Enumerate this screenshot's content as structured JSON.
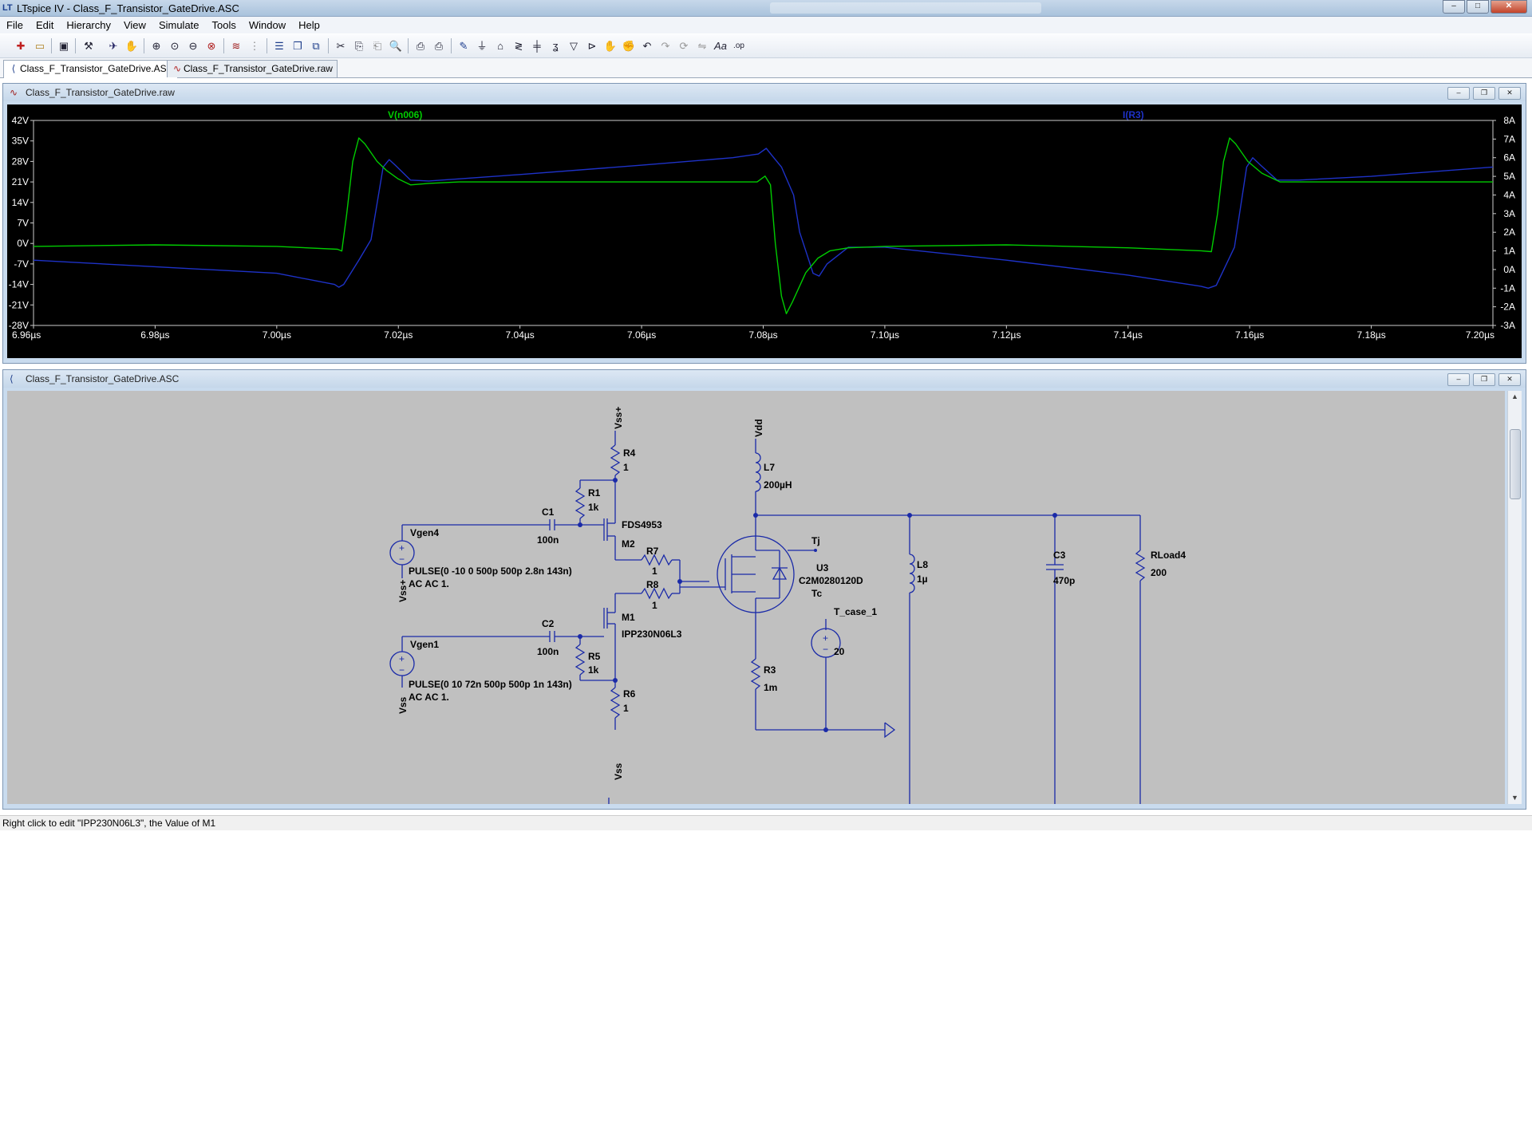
{
  "window": {
    "title": "LTspice IV - Class_F_Transistor_GateDrive.ASC",
    "controls": {
      "minimize": "–",
      "maximize": "□",
      "close": "✕"
    }
  },
  "menu": [
    "File",
    "Edit",
    "Hierarchy",
    "View",
    "Simulate",
    "Tools",
    "Window",
    "Help"
  ],
  "toolbar_icons": [
    "new-schematic-icon",
    "open-icon",
    "save-icon",
    "control-panel-icon",
    "run-icon",
    "pan-icon",
    "zoom-in-icon",
    "zoom-area-icon",
    "zoom-out-icon",
    "zoom-fit-icon",
    "autorange-icon",
    "grid-icon",
    "tile-horizontal-icon",
    "cascade-icon",
    "tile-icon",
    "cut-icon",
    "copy-icon",
    "paste-icon",
    "find-icon",
    "print-preview-icon",
    "print-icon",
    "draw-wire-icon",
    "ground-icon",
    "label-net-icon",
    "resistor-icon",
    "capacitor-icon",
    "inductor-icon",
    "diode-icon",
    "component-icon",
    "move-icon",
    "drag-icon",
    "undo-icon",
    "redo-icon",
    "rotate-icon",
    "mirror-icon",
    "text-icon",
    "spice-directive-icon"
  ],
  "tabs": [
    {
      "label": "Class_F_Transistor_GateDrive.ASC",
      "active": true
    },
    {
      "label": "Class_F_Transistor_GateDrive.raw",
      "active": false
    }
  ],
  "waveform_window": {
    "title": "Class_F_Transistor_GateDrive.raw",
    "controls": {
      "minimize": "–",
      "restore": "❐",
      "close": "✕"
    }
  },
  "schematic_window": {
    "title": "Class_F_Transistor_GateDrive.ASC",
    "controls": {
      "minimize": "–",
      "restore": "❐",
      "close": "✕"
    },
    "scroll": {
      "up": "▲",
      "down": "▼"
    }
  },
  "chart_data": {
    "type": "line",
    "x": {
      "ticks": [
        "6.96µs",
        "6.98µs",
        "7.00µs",
        "7.02µs",
        "7.04µs",
        "7.06µs",
        "7.08µs",
        "7.10µs",
        "7.12µs",
        "7.14µs",
        "7.16µs",
        "7.18µs",
        "7.20µs"
      ],
      "range": [
        6.96,
        7.2
      ],
      "unit": "µs"
    },
    "y_left": {
      "ticks": [
        "42V",
        "35V",
        "28V",
        "21V",
        "14V",
        "7V",
        "0V",
        "-7V",
        "-14V",
        "-21V",
        "-28V"
      ],
      "range": [
        -28,
        42
      ]
    },
    "y_right": {
      "ticks": [
        "8A",
        "7A",
        "6A",
        "5A",
        "4A",
        "3A",
        "2A",
        "1A",
        "0A",
        "-1A",
        "-2A",
        "-3A"
      ],
      "range": [
        -3,
        8
      ]
    },
    "grid": false,
    "series": [
      {
        "name": "V(n006)",
        "axis": "left",
        "color": "#00cc00",
        "points": [
          [
            6.96,
            -1.0
          ],
          [
            6.98,
            -0.5
          ],
          [
            7.0,
            -1.0
          ],
          [
            7.01,
            -2.0
          ],
          [
            7.0107,
            -2.6
          ],
          [
            7.0115,
            10
          ],
          [
            7.0125,
            28
          ],
          [
            7.0135,
            36
          ],
          [
            7.0145,
            34
          ],
          [
            7.0165,
            28
          ],
          [
            7.018,
            25
          ],
          [
            7.02,
            22
          ],
          [
            7.022,
            20
          ],
          [
            7.025,
            20.5
          ],
          [
            7.03,
            21
          ],
          [
            7.06,
            21
          ],
          [
            7.079,
            21
          ],
          [
            7.0803,
            23
          ],
          [
            7.0812,
            20
          ],
          [
            7.082,
            0
          ],
          [
            7.083,
            -18
          ],
          [
            7.0838,
            -24
          ],
          [
            7.0848,
            -20
          ],
          [
            7.087,
            -10
          ],
          [
            7.089,
            -5
          ],
          [
            7.091,
            -2.5
          ],
          [
            7.094,
            -1.5
          ],
          [
            7.1,
            -1.0
          ],
          [
            7.12,
            -0.5
          ],
          [
            7.14,
            -1.5
          ],
          [
            7.152,
            -2.5
          ],
          [
            7.1537,
            -2.8
          ],
          [
            7.1547,
            10
          ],
          [
            7.1557,
            28
          ],
          [
            7.1567,
            36
          ],
          [
            7.1577,
            34
          ],
          [
            7.1597,
            28
          ],
          [
            7.162,
            24
          ],
          [
            7.165,
            21
          ],
          [
            7.17,
            21
          ],
          [
            7.2,
            21
          ]
        ]
      },
      {
        "name": "I(R3)",
        "axis": "right",
        "color": "#1e32c8",
        "points": [
          [
            6.96,
            0.5
          ],
          [
            7.0,
            -0.2
          ],
          [
            7.0095,
            -0.8
          ],
          [
            7.0102,
            -0.95
          ],
          [
            7.011,
            -0.8
          ],
          [
            7.0135,
            0.5
          ],
          [
            7.0155,
            1.6
          ],
          [
            7.0175,
            5.5
          ],
          [
            7.0185,
            5.9
          ],
          [
            7.0195,
            5.6
          ],
          [
            7.022,
            4.8
          ],
          [
            7.025,
            4.75
          ],
          [
            7.04,
            5.1
          ],
          [
            7.06,
            5.6
          ],
          [
            7.075,
            6.0
          ],
          [
            7.0792,
            6.2
          ],
          [
            7.0805,
            6.5
          ],
          [
            7.0815,
            6.1
          ],
          [
            7.083,
            5.5
          ],
          [
            7.085,
            4.0
          ],
          [
            7.086,
            2.0
          ],
          [
            7.0872,
            0.8
          ],
          [
            7.0882,
            -0.2
          ],
          [
            7.0892,
            -0.35
          ],
          [
            7.0905,
            0.3
          ],
          [
            7.094,
            1.2
          ],
          [
            7.1,
            1.2
          ],
          [
            7.12,
            0.5
          ],
          [
            7.14,
            -0.3
          ],
          [
            7.152,
            -0.9
          ],
          [
            7.1532,
            -1.0
          ],
          [
            7.1545,
            -0.85
          ],
          [
            7.1575,
            1.2
          ],
          [
            7.1595,
            5.5
          ],
          [
            7.1605,
            6.0
          ],
          [
            7.1618,
            5.6
          ],
          [
            7.1645,
            4.8
          ],
          [
            7.168,
            4.8
          ],
          [
            7.18,
            5.0
          ],
          [
            7.2,
            5.5
          ]
        ]
      }
    ]
  },
  "schematic": {
    "labels": {
      "vss_plus_top": "Vss+",
      "r4": "R4",
      "r4_val": "1",
      "r1": "R1",
      "r1_val": "1k",
      "c1": "C1",
      "c1_val": "100n",
      "fds": "FDS4953",
      "m2": "M2",
      "vgen4": "Vgen4",
      "pulse4": "PULSE(0 -10 0 500p 500p 2.8n 143n)",
      "ac4": "AC AC 1.",
      "vss_plus_bottom": "Vss+",
      "r7": "R7",
      "r7_val": "1",
      "r8": "R8",
      "r8_val": "1",
      "m1": "M1",
      "ipp": "IPP230N06L3",
      "c2": "C2",
      "c2_val": "100n",
      "r5": "R5",
      "r5_val": "1k",
      "vgen1": "Vgen1",
      "pulse1": "PULSE(0 10 72n 500p 500p 1n 143n)",
      "ac1": "AC AC 1.",
      "vss_left": "Vss",
      "r6": "R6",
      "r6_val": "1",
      "vss_bottom": "Vss",
      "vdd": "Vdd",
      "l7": "L7",
      "l7_val": "200µH",
      "tj": "Tj",
      "u3": "U3",
      "u3_part": "C2M0280120D",
      "tc": "Tc",
      "tcase": "T_case_1",
      "tcase_val": "20",
      "r3": "R3",
      "r3_val": "1m",
      "l8": "L8",
      "l8_val": "1µ",
      "c3": "C3",
      "c3_val": "470p",
      "rload": "RLoad4",
      "rload_val": "200",
      "plus": "+",
      "minus": "−"
    }
  },
  "status": "Right click to edit \"IPP230N06L3\", the Value of M1"
}
